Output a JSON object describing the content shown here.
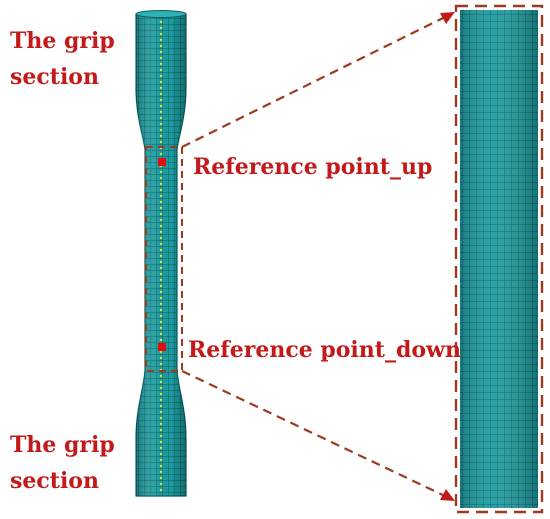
{
  "labels": {
    "grip_top_line1": "The grip",
    "grip_top_line2": "section",
    "grip_bottom_line1": "The grip",
    "grip_bottom_line2": "section",
    "reference_up": "Reference point_up",
    "reference_down": "Reference point_down"
  },
  "colors": {
    "mesh_fill": "#1c9ca0",
    "mesh_line": "#0a5e62",
    "label_red": "#c21a1a",
    "dashed_box": "#9b3b1f",
    "reference_point": "#e01010",
    "node_dots": "#d8e23a"
  }
}
